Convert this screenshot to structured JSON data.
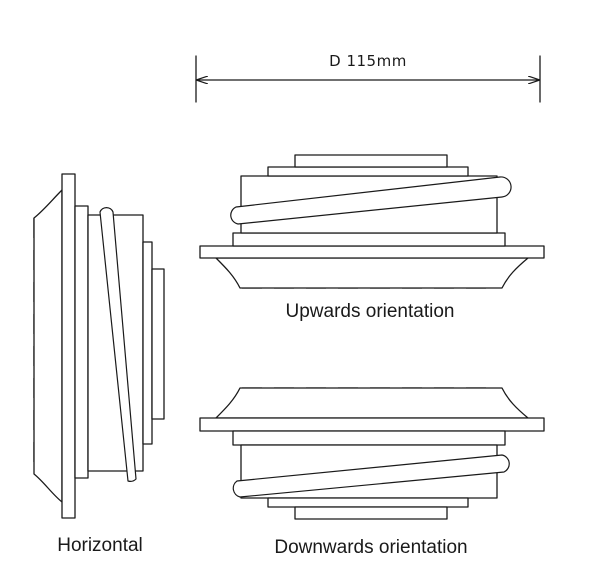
{
  "dimension": {
    "label": "D 115mm"
  },
  "views": [
    {
      "id": "horizontal",
      "label": "Horizontal"
    },
    {
      "id": "upwards",
      "label": "Upwards orientation"
    },
    {
      "id": "downwards",
      "label": "Downwards orientation"
    }
  ],
  "colors": {
    "line": "#1a1a1a",
    "background": "#ffffff"
  }
}
